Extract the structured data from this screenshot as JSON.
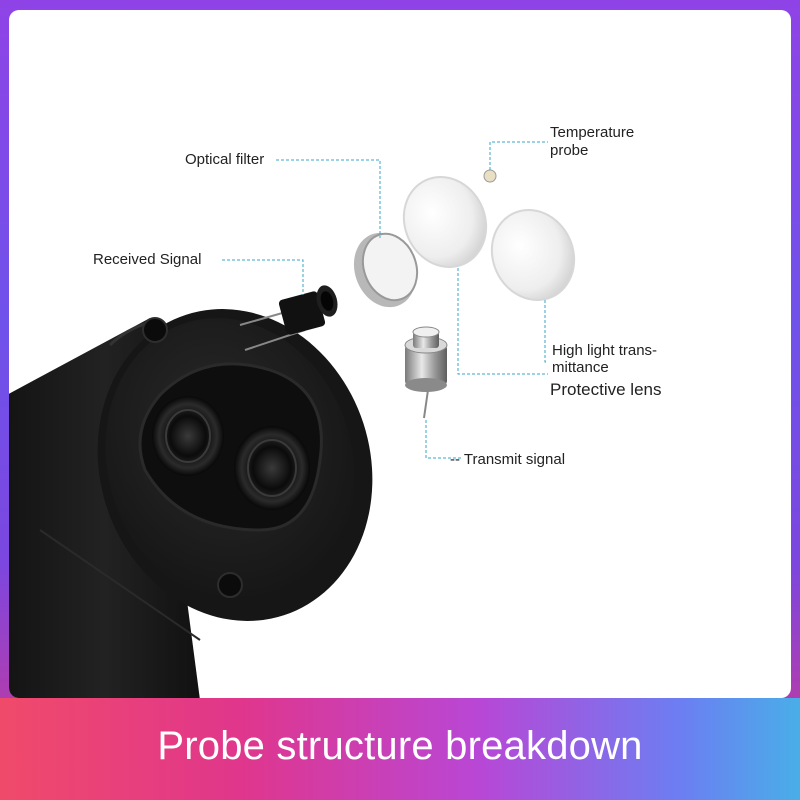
{
  "labels": {
    "temperature_probe_line1": "Temperature",
    "temperature_probe_line2": "probe",
    "optical_filter": "Optical filter",
    "received_signal": "Received Signal",
    "high_light_line1": "High light trans-",
    "high_light_line2": "mittance",
    "protective_lens": "Protective lens",
    "transmit_signal": "-- Transmit signal"
  },
  "banner": {
    "title": "Probe structure breakdown"
  },
  "colors": {
    "leader_line": "#3aa7c9",
    "body_dark": "#1a1a1a",
    "banner_text": "#ffffff"
  }
}
